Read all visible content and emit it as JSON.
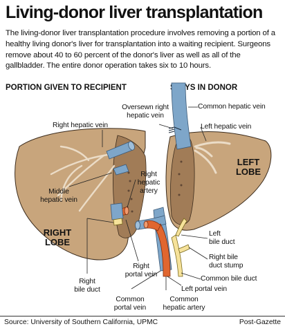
{
  "title": "Living-donor liver transplantation",
  "intro": "The living-donor liver transplantation procedure involves removing a portion of a healthy living donor's liver for transplantation into a waiting recipient. Surgeons remove about 40 to 60 percent of the donor's liver as well as all of the gallbladder. The entire donor operation takes six to 10 hours.",
  "sections": {
    "recipient": "PORTION GIVEN TO RECIPIENT",
    "donor": "STAYS IN DONOR"
  },
  "lobes": {
    "right": "RIGHT\nLOBE",
    "left": "LEFT\nLOBE"
  },
  "labels": {
    "oversewn_right_hepatic_vein": "Oversewn right\nhepatic vein",
    "common_hepatic_vein": "Common hepatic vein",
    "right_hepatic_vein": "Right hepatic vein",
    "left_hepatic_vein": "Left hepatic vein",
    "right_hepatic_artery": "Right\nhepatic\nartery",
    "middle_hepatic_vein": "Middle\nhepatic vein",
    "left_bile_duct": "Left\nbile duct",
    "right_bile_duct_stump": "Right bile\nduct stump",
    "common_bile_duct": "Common bile duct",
    "right_portal_vein": "Right\nportal vein",
    "right_bile_duct": "Right\nbile duct",
    "left_portal_vein": "Left portal vein",
    "common_portal_vein": "Common\nportal vein",
    "common_hepatic_artery": "Common\nhepatic artery"
  },
  "footer": {
    "source": "Source: University of Southern California, UPMC",
    "credit": "Post-Gazette"
  },
  "colors": {
    "liver": "#c8a57c",
    "liver_cut": "#a17c57",
    "vein": "#7ea6c9",
    "artery": "#e0662f",
    "bile_duct": "#f6e29a"
  }
}
